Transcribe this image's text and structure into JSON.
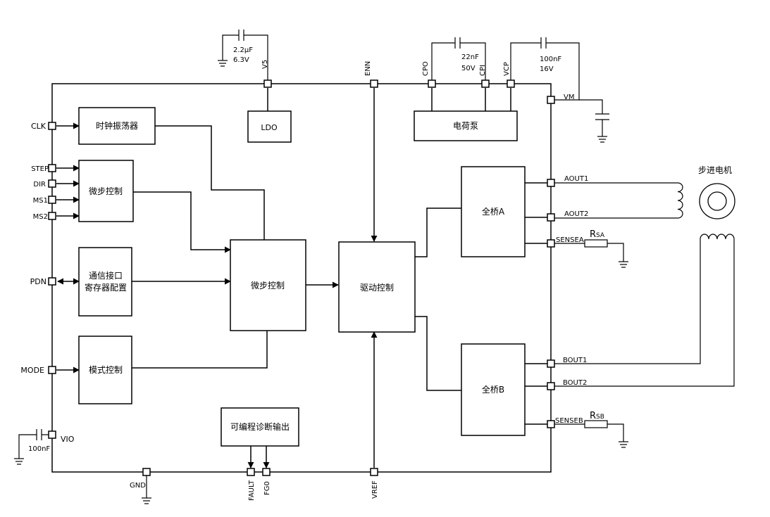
{
  "blocks": {
    "clock": "时钟振荡器",
    "microstep_in": "微步控制",
    "comm_line1": "通信接口",
    "comm_line2": "寄存器配置",
    "mode": "模式控制",
    "ldo": "LDO",
    "charge_pump": "电荷泵",
    "microstep_main": "微步控制",
    "drive": "驱动控制",
    "bridge_a": "全桥A",
    "bridge_b": "全桥B",
    "diag": "可编程诊断输出"
  },
  "pins": {
    "clk": "CLK",
    "step": "STEP",
    "dir": "DIR",
    "ms1": "MS1",
    "ms2": "MS2",
    "pdn": "PDN",
    "mode": "MODE",
    "vio": "VIO",
    "gnd": "GND",
    "fault": "FAULT",
    "fg0": "FG0",
    "vref": "VREF",
    "v5": "V5",
    "enn": "ENN",
    "cpo": "CPO",
    "cpi": "CPI",
    "vcp": "VCP",
    "vm": "VM",
    "aout1": "AOUT1",
    "aout2": "AOUT2",
    "sensea": "SENSEA",
    "bout1": "BOUT1",
    "bout2": "BOUT2",
    "senseb": "SENSEB"
  },
  "components": {
    "c_v5_value": "2.2μF",
    "c_v5_voltage": "6.3V",
    "c_cp_value": "22nF",
    "c_cp_voltage": "50V",
    "c_vcp_value": "100nF",
    "c_vcp_voltage": "16V",
    "c_vio_value": "100nF",
    "rsa_main": "R",
    "rsa_sub": "SA",
    "rsb_main": "R",
    "rsb_sub": "SB"
  },
  "motor": {
    "label": "步进电机"
  }
}
